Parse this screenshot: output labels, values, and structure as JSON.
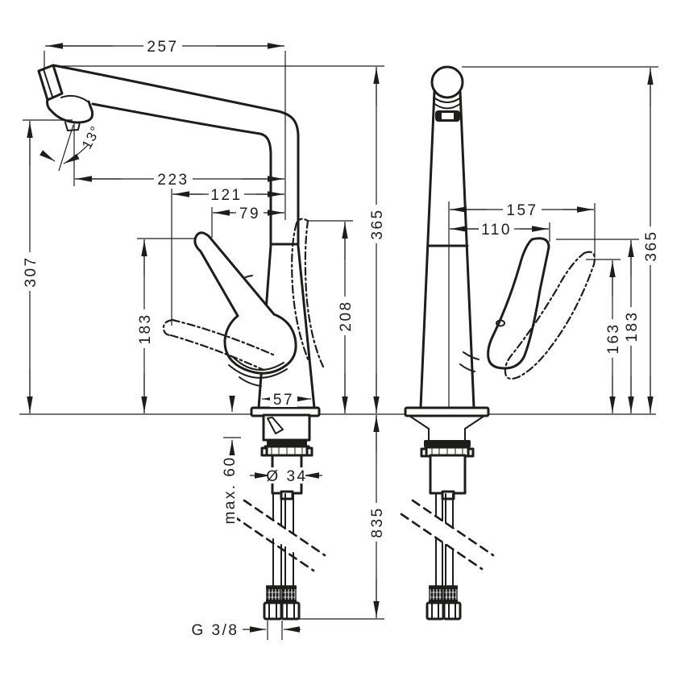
{
  "drawing": {
    "subject": "kitchen-mixer-tap-dimension-drawing",
    "background": "#ffffff",
    "line_color": "#1d1d1b",
    "dims": {
      "side": {
        "reach_total": "257",
        "angle": "13°",
        "reach_outlet": "223",
        "handle_open_reach": "121",
        "handle_reach": "79",
        "outlet_height": "307",
        "handle_height": "183",
        "handle_open_height": "208",
        "total_height": "365",
        "base_width": "57",
        "counter_thickness": "max. 60",
        "shank_diameter": "Ø 34",
        "hose_length": "835",
        "thread": "G 3/8"
      },
      "front": {
        "handle_open_span": "157",
        "handle_span": "110",
        "total_height": "365",
        "handle_open_height": "163",
        "handle_height": "183"
      }
    }
  }
}
